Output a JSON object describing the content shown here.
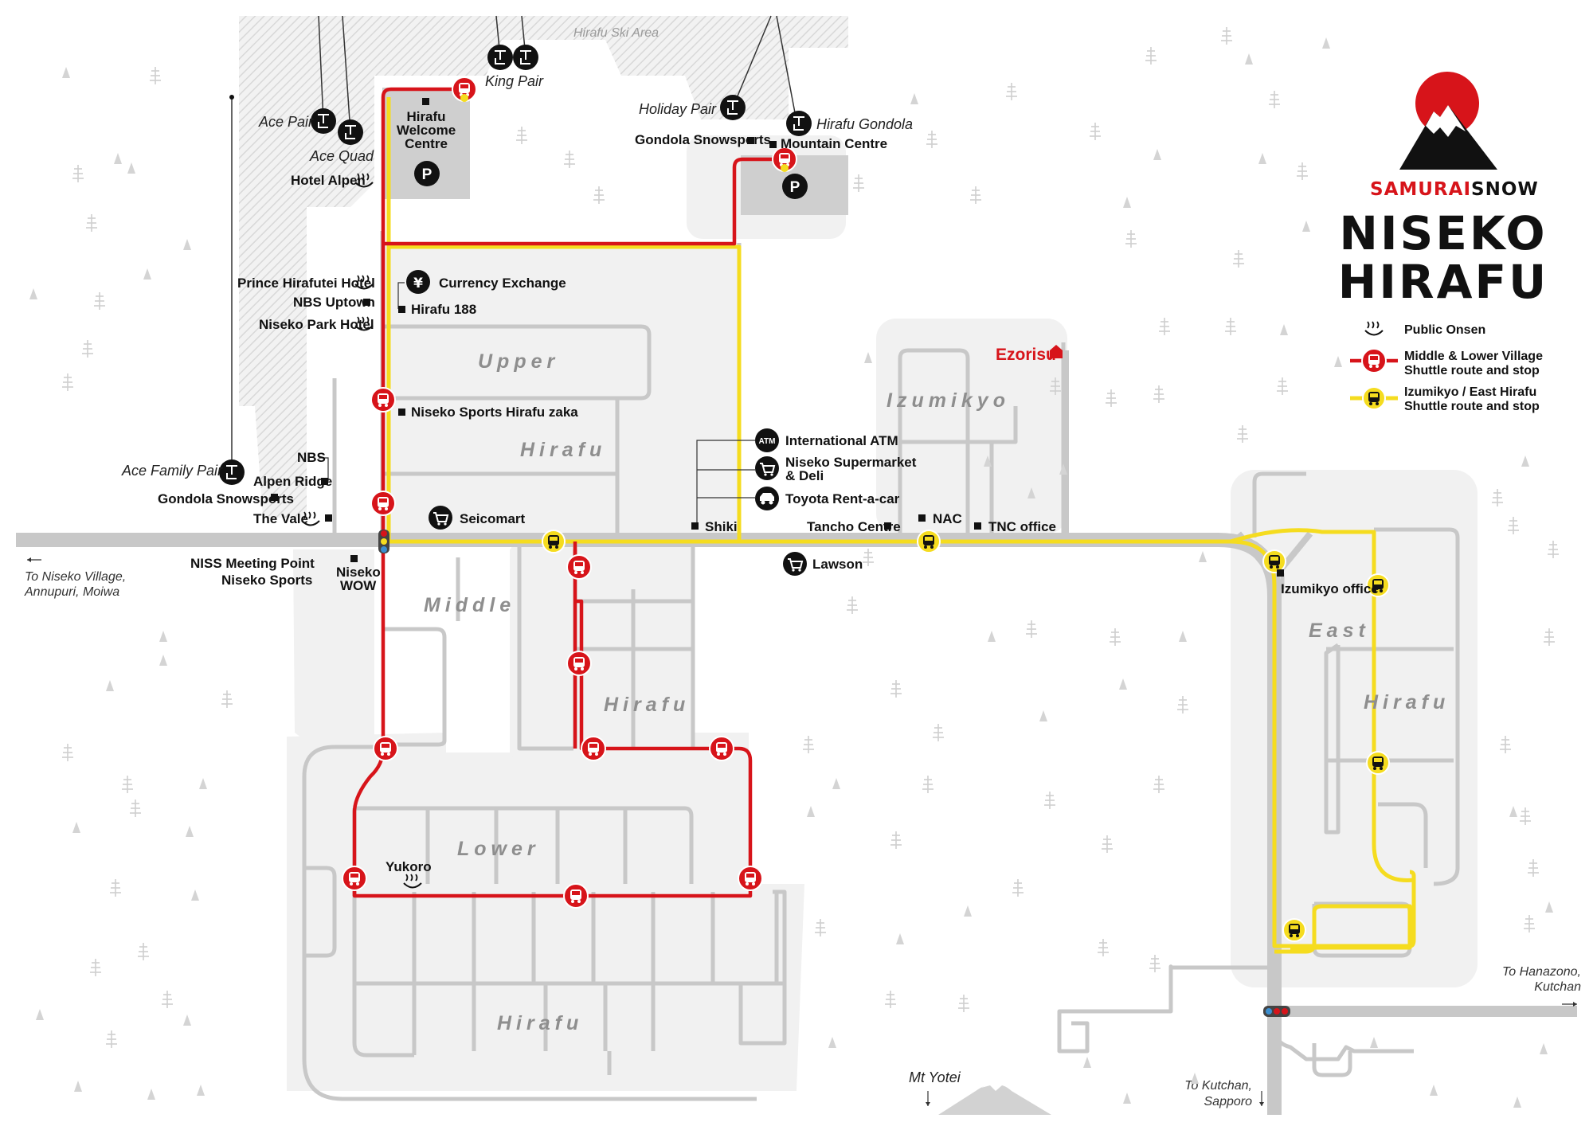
{
  "brand": {
    "logo_text": "SAMURAISNOW",
    "logo_part1": "SAMURAI",
    "logo_part2": "SNOW",
    "title_line1": "NISEKO",
    "title_line2": "HIRAFU",
    "accent_red": "#d7141a",
    "accent_yellow": "#f5dc1f"
  },
  "legend": {
    "onsen": "Public Onsen",
    "red_line1": "Middle & Lower Village",
    "red_line2": "Shuttle route and stop",
    "yellow_line1": "Izumikyo / East Hirafu",
    "yellow_line2": "Shuttle route and stop"
  },
  "ski_area": "Hirafu Ski Area",
  "areas": {
    "upper": "Upper",
    "hirafu_upper": "Hirafu",
    "middle": "Middle",
    "hirafu_middle": "Hirafu",
    "lower": "Lower",
    "hirafu_lower": "Hirafu",
    "izumikyo": "Izumikyo",
    "east": "East",
    "hirafu_east": "Hirafu"
  },
  "lifts": {
    "king_pair": "King Pair",
    "ace_pair": "Ace Pair",
    "ace_quad": "Ace Quad",
    "holiday_pair": "Holiday Pair",
    "hirafu_gondola": "Hirafu Gondola",
    "ace_family_pair": "Ace Family Pair"
  },
  "places": {
    "welcome1": "Hirafu",
    "welcome2": "Welcome",
    "welcome3": "Centre",
    "hotel_alpen": "Hotel Alpen",
    "gondola_snowsports_top": "Gondola Snowsports",
    "mountain_centre": "Mountain Centre",
    "prince_hirafutei": "Prince Hirafutei Hotel",
    "nbs_uptown": "NBS Uptown",
    "niseko_park_hotel": "Niseko Park Hotel",
    "currency_exchange": "Currency Exchange",
    "hirafu_188": "Hirafu 188",
    "niseko_sports_zaka": "Niseko Sports Hirafu zaka",
    "nbs": "NBS",
    "alpen_ridge": "Alpen Ridge",
    "gondola_snowsports": "Gondola Snowsports",
    "the_vale": "The Vale",
    "seicomart": "Seicomart",
    "niss1": "NISS Meeting Point",
    "niss2": "Niseko Sports",
    "niseko_wow1": "Niseko",
    "niseko_wow2": "WOW",
    "ezorisu": "Ezorisu",
    "international_atm": "International ATM",
    "supermarket1": "Niseko Supermarket",
    "supermarket2": "& Deli",
    "toyota": "Toyota Rent-a-car",
    "shiki": "Shiki",
    "tancho": "Tancho Centre",
    "nac": "NAC",
    "tnc": "TNC office",
    "lawson": "Lawson",
    "izumikyo_office": "Izumikyo office",
    "yukoro": "Yukoro",
    "mt_yotei": "Mt Yotei"
  },
  "directions": {
    "to_village1": "To Niseko Village,",
    "to_village2": "Annupuri, Moiwa",
    "to_hanazono1": "To Hanazono,",
    "to_hanazono2": "Kutchan",
    "to_kutchan1": "To Kutchan,",
    "to_kutchan2": "Sapporo"
  },
  "icons": {
    "parking": "P",
    "atm": "ATM",
    "yen": "¥"
  }
}
